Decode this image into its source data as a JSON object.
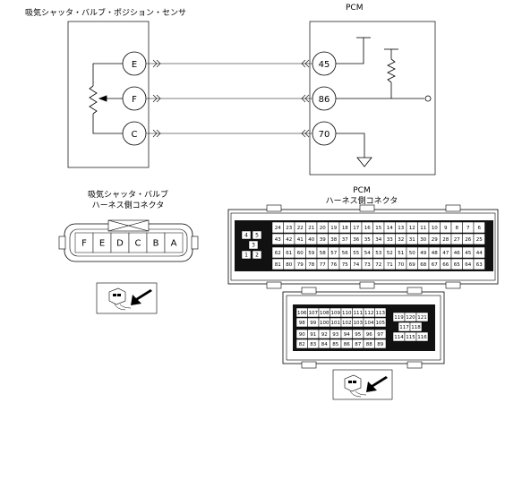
{
  "labels": {
    "sensor_title": "吸気シャッタ・バルブ・ポジション・センサ",
    "pcm_title": "PCM",
    "valve_connector_line1": "吸気シャッタ・バルブ",
    "valve_connector_line2": "ハーネス側コネクタ",
    "pcm_connector_line1": "PCM",
    "pcm_connector_line2": "ハーネス側コネクタ"
  },
  "sensor_pins": [
    "E",
    "F",
    "C"
  ],
  "pcm_pins": [
    "45",
    "86",
    "70"
  ],
  "valve_connector_pins": [
    "F",
    "E",
    "D",
    "C",
    "B",
    "A"
  ],
  "pcm_connector_a": {
    "rows": [
      [
        "24",
        "23",
        "22",
        "21",
        "20",
        "19",
        "18",
        "17",
        "16",
        "15",
        "14",
        "13",
        "12",
        "11",
        "10",
        "9",
        "8",
        "7",
        "6"
      ],
      [
        "43",
        "42",
        "41",
        "40",
        "39",
        "38",
        "37",
        "36",
        "35",
        "34",
        "33",
        "32",
        "31",
        "30",
        "29",
        "28",
        "27",
        "26",
        "25"
      ],
      [
        "62",
        "61",
        "60",
        "59",
        "58",
        "57",
        "56",
        "55",
        "54",
        "53",
        "52",
        "51",
        "50",
        "49",
        "48",
        "47",
        "46",
        "45",
        "44"
      ],
      [
        "81",
        "80",
        "79",
        "78",
        "77",
        "76",
        "75",
        "74",
        "73",
        "72",
        "71",
        "70",
        "69",
        "68",
        "67",
        "66",
        "65",
        "64",
        "63"
      ]
    ],
    "block_pins": [
      "4",
      "5",
      "3",
      "1",
      "2"
    ]
  },
  "pcm_connector_b": {
    "rows": [
      [
        "106",
        "107",
        "108",
        "109",
        "110",
        "111",
        "112",
        "113"
      ],
      [
        "98",
        "99",
        "100",
        "101",
        "102",
        "103",
        "104",
        "105"
      ],
      [
        "90",
        "91",
        "92",
        "93",
        "94",
        "95",
        "96",
        "97"
      ],
      [
        "82",
        "83",
        "84",
        "85",
        "86",
        "87",
        "88",
        "89"
      ]
    ],
    "block_pins": [
      "119",
      "120",
      "121",
      "117",
      "118",
      "114",
      "115",
      "116"
    ]
  }
}
